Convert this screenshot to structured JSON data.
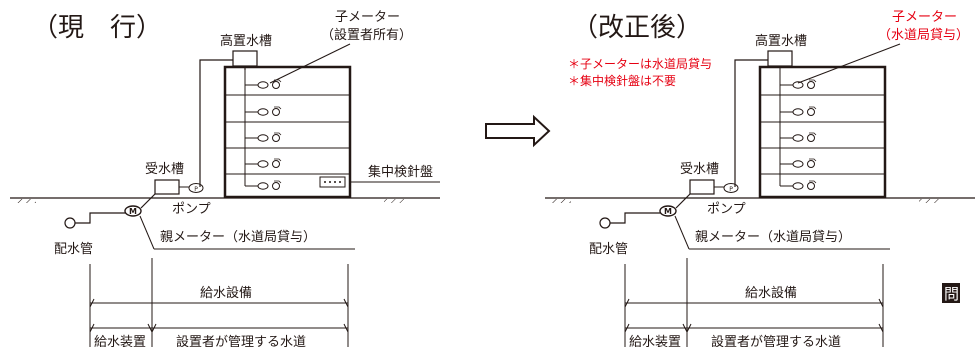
{
  "colors": {
    "ink": "#231815",
    "accent": "#e60012",
    "paper": "#ffffff"
  },
  "current": {
    "heading": "（現　行）",
    "elevated_tank": "高置水槽",
    "sub_meter_line1": "子メーター",
    "sub_meter_line2": "（設置者所有）",
    "central_panel": "集中検針盤",
    "receiving_tank": "受水槽",
    "pump": "ポンプ",
    "parent_meter": "親メーター（水道局貸与）",
    "main_pipe": "配水管",
    "supply_facility": "給水設備",
    "supply_device": "給水装置",
    "owner_managed": "設置者が管理する水道"
  },
  "revised": {
    "heading": "（改正後）",
    "elevated_tank": "高置水槽",
    "sub_meter_line1": "子メーター",
    "sub_meter_line2": "（水道局貸与）",
    "note1": "＊子メーターは水道局貸与",
    "note2": "＊集中検針盤は不要",
    "receiving_tank": "受水槽",
    "pump": "ポンプ",
    "parent_meter": "親メーター（水道局貸与）",
    "main_pipe": "配水管",
    "supply_facility": "給水設備",
    "supply_device": "給水装置",
    "owner_managed": "設置者が管理する水道"
  },
  "symbols": {
    "meter": "M",
    "pump": "P"
  },
  "edge_fragment": "問"
}
